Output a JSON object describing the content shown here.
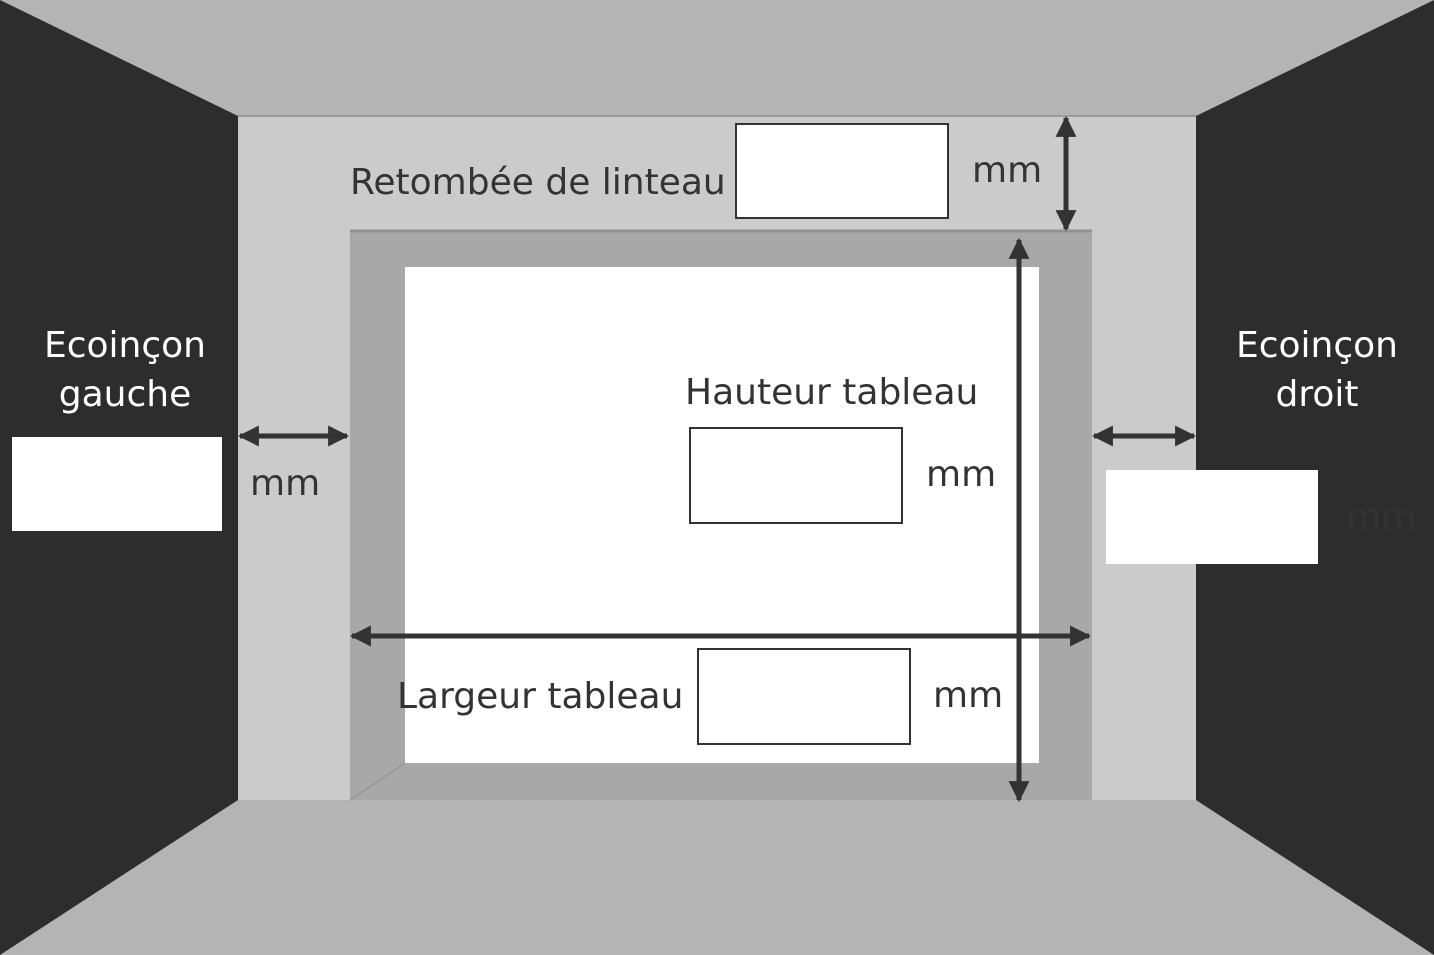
{
  "labels": {
    "lintel": "Retombée de linteau",
    "left_wall_line1": "Ecoinçon",
    "left_wall_line2": "gauche",
    "right_wall_line1": "Ecoinçon",
    "right_wall_line2": "droit",
    "height": "Hauteur tableau",
    "width": "Largeur tableau",
    "unit": "mm"
  },
  "fields": {
    "lintel": "",
    "left_wall": "",
    "right_wall": "",
    "height": "",
    "width": ""
  },
  "colors": {
    "dark_wall": "#2d2d2d",
    "floor_ceiling": "#b4b4b4",
    "facade": "#cbcbcb",
    "reveal": "#a8a8a8",
    "opening": "#ffffff",
    "arrow": "#333333"
  }
}
